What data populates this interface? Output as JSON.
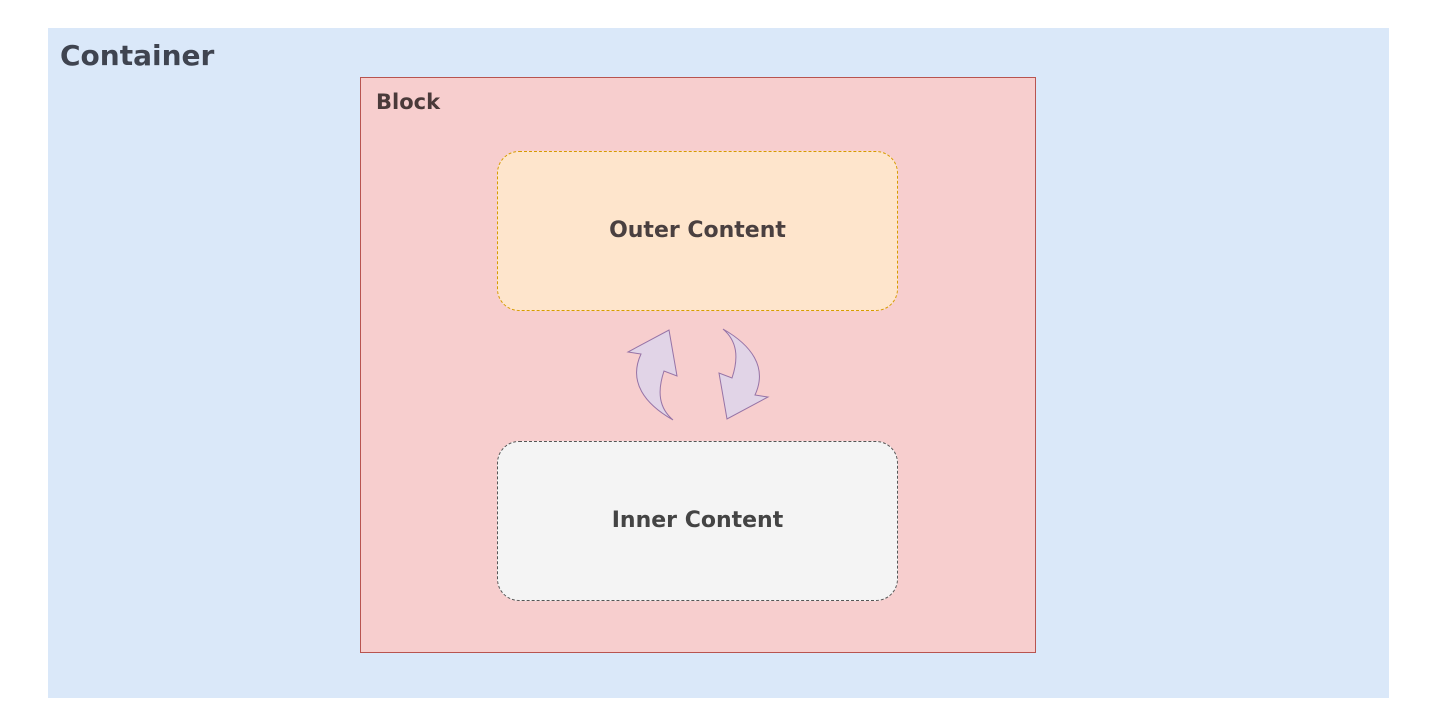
{
  "container": {
    "title": "Container",
    "fill": "#dae8f9",
    "text_color": "#3f4450"
  },
  "block": {
    "title": "Block",
    "fill": "#f7cece",
    "stroke": "#b85450",
    "text_color": "#4a3a3a"
  },
  "outer_content": {
    "label": "Outer Content",
    "fill": "#fee5cc",
    "stroke": "#d79b00",
    "text_color": "#4a4040"
  },
  "inner_content": {
    "label": "Inner Content",
    "fill": "#f4f4f4",
    "stroke": "#555555",
    "text_color": "#444444"
  },
  "arrows": {
    "fill": "#e1d4e7",
    "stroke": "#9673a6",
    "up_icon": "curved-arrow-up-icon",
    "down_icon": "curved-arrow-down-icon"
  }
}
